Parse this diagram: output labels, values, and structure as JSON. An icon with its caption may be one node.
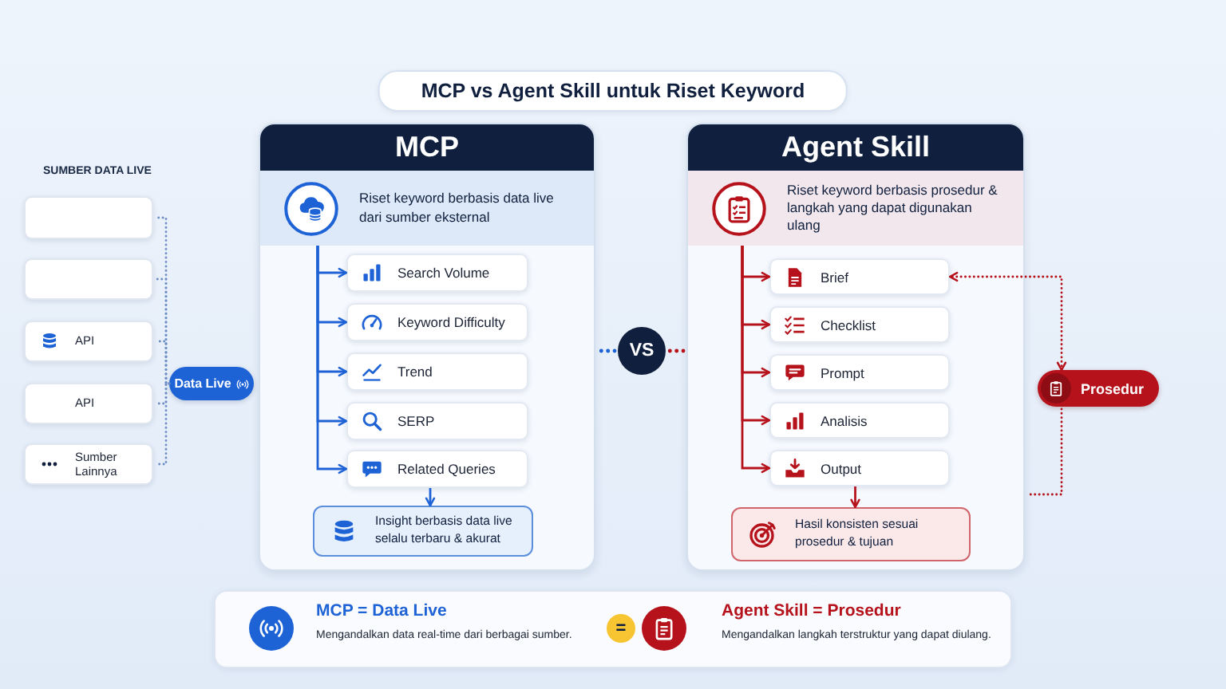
{
  "diagram": {
    "title": "MCP vs Agent Skill untuk Riset Keyword",
    "nodes": [
      {
        "text": [],
        "shape": "box"
      },
      {
        "text": [],
        "shape": "box"
      },
      {
        "text": [
          "API"
        ]
      },
      {
        "text": [
          "API"
        ]
      },
      {
        "text": [
          "Sumber Lainnya"
        ]
      },
      {
        "text": [
          "Data Live"
        ]
      },
      {
        "text": [
          "MCP"
        ]
      },
      {
        "text": [
          "Riset keyword berbasis data live dari sumber eksternal"
        ],
        "in": 6
      },
      {
        "text": [
          "Search Volume"
        ],
        "in": 6
      },
      {
        "text": [
          "Keyword Difficulty"
        ],
        "in": 6
      },
      {
        "text": [
          "Trend"
        ],
        "in": 6
      },
      {
        "text": [
          "SERP"
        ],
        "in": 6
      },
      {
        "text": [
          "Related Queries"
        ],
        "in": 6
      },
      {
        "text": [
          "Insight berbasis data live selalu terbaru & akurat"
        ],
        "in": 6
      },
      {
        "text": [
          "VS"
        ]
      },
      {
        "text": [
          "Agent Skill"
        ]
      },
      {
        "text": [
          "Riset keyword berbasis prosedur & langkah yang dapat digunakan ulang"
        ],
        "in": 15
      },
      {
        "text": [
          "Brief"
        ],
        "in": 15
      },
      {
        "text": [
          "Checklist"
        ],
        "in": 15
      },
      {
        "text": [
          "Prompt"
        ],
        "in": 15
      },
      {
        "text": [
          "Analisis"
        ],
        "in": 15
      },
      {
        "text": [
          "Output"
        ],
        "in": 15
      },
      {
        "text": [
          "Hasil konsisten sesuai prosedur & tujuan"
        ],
        "in": 15
      },
      {
        "text": [
          "Prosedur"
        ]
      }
    ],
    "edges": [
      {
        "from": 0,
        "to": 5,
        "arrow": "none",
        "style": "dashed",
        "color": "#6f8fc4"
      },
      {
        "from": 1,
        "to": 5,
        "arrow": "none",
        "style": "dashed",
        "color": "#6f8fc4"
      },
      {
        "from": 2,
        "to": 5,
        "arrow": "none",
        "style": "dashed",
        "color": "#6f8fc4"
      },
      {
        "from": 3,
        "to": 5,
        "arrow": "none",
        "style": "dashed",
        "color": "#6f8fc4"
      },
      {
        "from": 4,
        "to": 5,
        "arrow": "none",
        "style": "dashed",
        "color": "#6f8fc4"
      },
      {
        "from": 7,
        "to": 8,
        "arrow": "to",
        "color": "#1e63d6"
      },
      {
        "from": 7,
        "to": 9,
        "arrow": "to",
        "color": "#1e63d6"
      },
      {
        "from": 7,
        "to": 10,
        "arrow": "to",
        "color": "#1e63d6"
      },
      {
        "from": 7,
        "to": 11,
        "arrow": "to",
        "color": "#1e63d6"
      },
      {
        "from": 7,
        "to": 12,
        "arrow": "to",
        "color": "#1e63d6"
      },
      {
        "from": 12,
        "to": 13,
        "arrow": "to",
        "color": "#1e63d6"
      },
      {
        "from": 6,
        "to": 14,
        "arrow": "none",
        "style": "dashed",
        "color": "#1e63d6"
      },
      {
        "from": 14,
        "to": 15,
        "arrow": "none",
        "style": "dashed",
        "color": "#b5121b"
      },
      {
        "from": 16,
        "to": 17,
        "arrow": "to",
        "color": "#b5121b"
      },
      {
        "from": 16,
        "to": 18,
        "arrow": "to",
        "color": "#b5121b"
      },
      {
        "from": 16,
        "to": 19,
        "arrow": "to",
        "color": "#b5121b"
      },
      {
        "from": 16,
        "to": 20,
        "arrow": "to",
        "color": "#b5121b"
      },
      {
        "from": 16,
        "to": 21,
        "arrow": "to",
        "color": "#b5121b"
      },
      {
        "from": 21,
        "to": 22,
        "arrow": "to",
        "color": "#b5121b"
      },
      {
        "from": 17,
        "to": 23,
        "arrow": "both",
        "style": "dashed",
        "color": "#b5121b"
      },
      {
        "from": 15,
        "to": 23,
        "arrow": "none",
        "style": "dashed",
        "color": "#b5121b"
      }
    ],
    "labels": [
      "SUMBER DATA LIVE",
      "MCP = Data Live",
      "Mengandalkan data real-time dari berbagai sumber.",
      "=",
      "Agent Skill = Prosedur",
      "Mengandalkan langkah terstruktur yang dapat diulang."
    ]
  }
}
